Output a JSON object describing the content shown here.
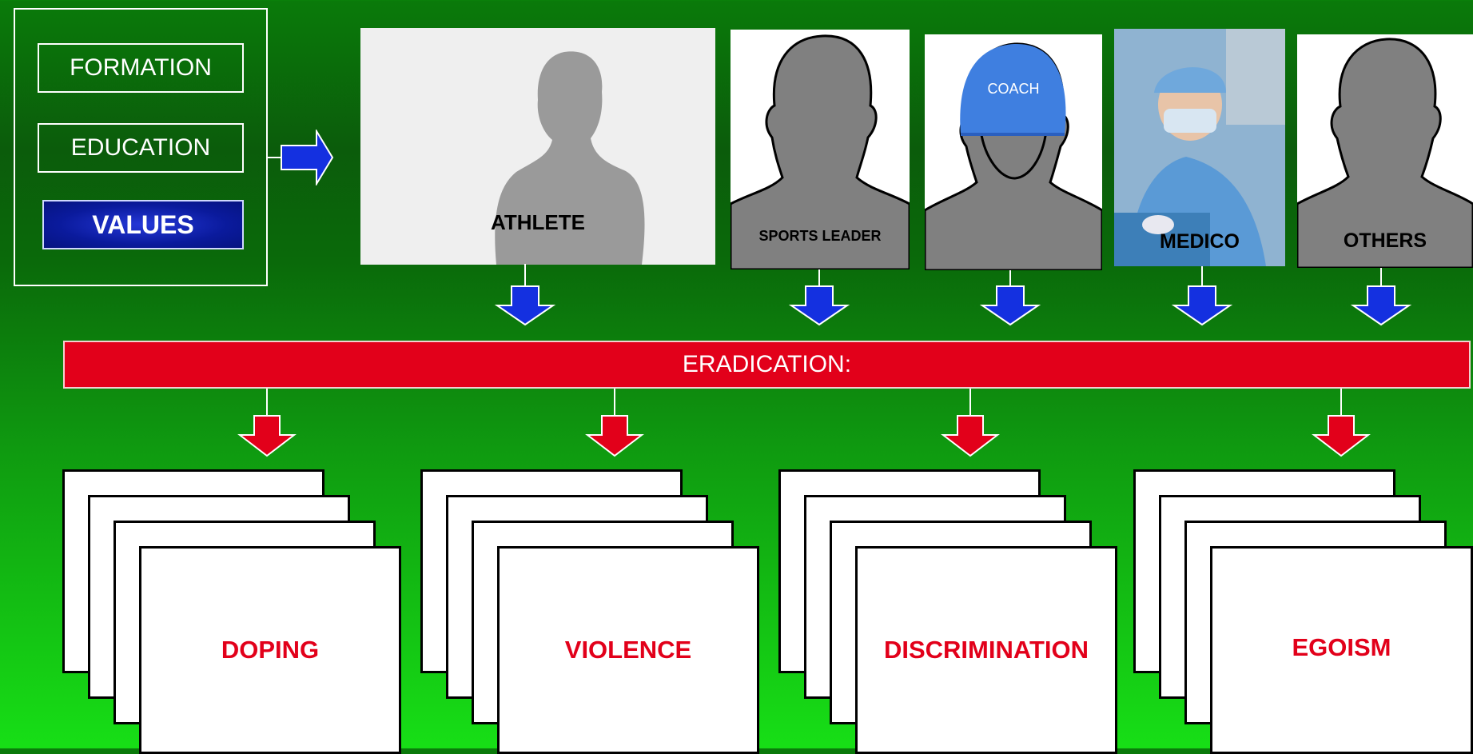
{
  "left_panel": {
    "items": [
      "FORMATION",
      "EDUCATION"
    ],
    "values_label": "VALUES"
  },
  "actors": [
    {
      "label": "ATHLETE"
    },
    {
      "label": "SPORTS LEADER"
    },
    {
      "label": "COACH",
      "cap_label": "COACH"
    },
    {
      "label": "MEDICO"
    },
    {
      "label": "OTHERS"
    }
  ],
  "eradication_label": "ERADICATION:",
  "targets": [
    "DOPING",
    "VIOLENCE",
    "DISCRIMINATION",
    "EGOISM"
  ],
  "colors": {
    "red": "#e2001a",
    "blue_arrow": "#1430e0",
    "silhouette": "#808080",
    "values_blue": "#0a1a9c"
  }
}
